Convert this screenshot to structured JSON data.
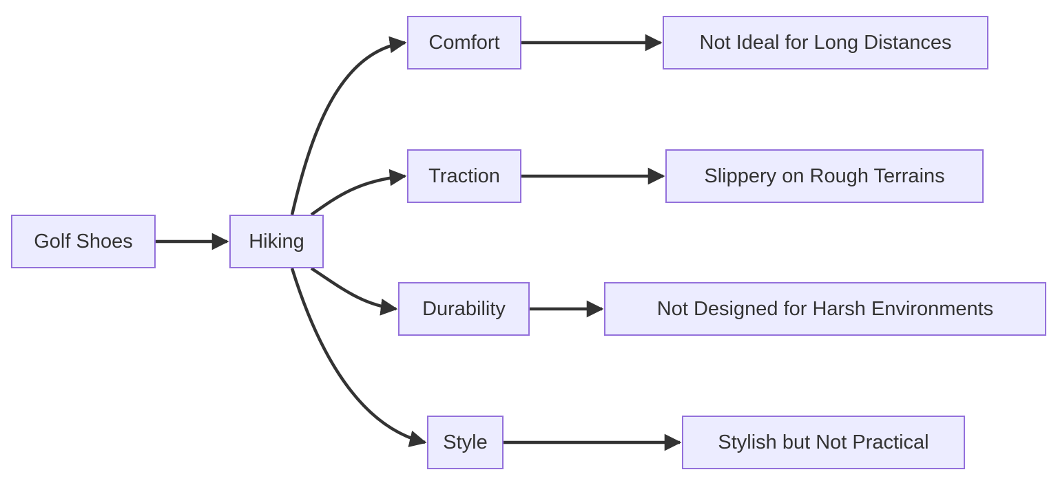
{
  "diagram": {
    "type": "flowchart",
    "direction": "left-to-right",
    "background": "#ffffff",
    "colors": {
      "node_fill": "#ECECFF",
      "node_border": "#9370DB",
      "edge": "#333333",
      "text": "#333333"
    },
    "nodes": [
      {
        "id": "golf_shoes",
        "label": "Golf Shoes"
      },
      {
        "id": "hiking",
        "label": "Hiking"
      },
      {
        "id": "comfort",
        "label": "Comfort"
      },
      {
        "id": "comfort_result",
        "label": "Not Ideal for Long Distances"
      },
      {
        "id": "traction",
        "label": "Traction"
      },
      {
        "id": "traction_result",
        "label": "Slippery on Rough Terrains"
      },
      {
        "id": "durability",
        "label": "Durability"
      },
      {
        "id": "durability_result",
        "label": "Not Designed for Harsh Environments"
      },
      {
        "id": "style",
        "label": "Style"
      },
      {
        "id": "style_result",
        "label": "Stylish but Not Practical"
      }
    ],
    "edges": [
      {
        "from": "golf_shoes",
        "to": "hiking"
      },
      {
        "from": "hiking",
        "to": "comfort"
      },
      {
        "from": "hiking",
        "to": "traction"
      },
      {
        "from": "hiking",
        "to": "durability"
      },
      {
        "from": "hiking",
        "to": "style"
      },
      {
        "from": "comfort",
        "to": "comfort_result"
      },
      {
        "from": "traction",
        "to": "traction_result"
      },
      {
        "from": "durability",
        "to": "durability_result"
      },
      {
        "from": "style",
        "to": "style_result"
      }
    ]
  }
}
